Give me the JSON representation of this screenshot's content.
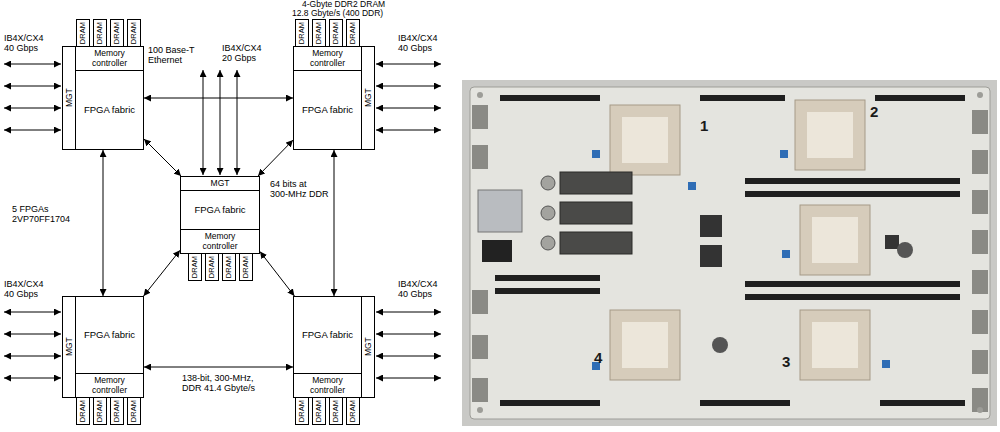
{
  "diagram": {
    "nodes": [
      {
        "text": [
          "FPGA fabric"
        ]
      },
      {
        "text": [
          "Memory controller"
        ],
        "in": 0
      },
      {
        "text": [
          "MGT"
        ],
        "in": 0
      },
      {
        "text": [
          "DRAM"
        ]
      },
      {
        "text": [
          "DRAM"
        ]
      },
      {
        "text": [
          "DRAM"
        ]
      },
      {
        "text": [
          "DRAM"
        ]
      },
      {
        "text": [
          "FPGA fabric"
        ]
      },
      {
        "text": [
          "Memory controller"
        ],
        "in": 7
      },
      {
        "text": [
          "MGT"
        ],
        "in": 7
      },
      {
        "text": [
          "DRAM"
        ]
      },
      {
        "text": [
          "DRAM"
        ]
      },
      {
        "text": [
          "DRAM"
        ]
      },
      {
        "text": [
          "DRAM"
        ]
      },
      {
        "text": [
          "FPGA fabric"
        ]
      },
      {
        "text": [
          "MGT"
        ],
        "in": 14
      },
      {
        "text": [
          "Memory controller"
        ],
        "in": 14
      },
      {
        "text": [
          "DRAM"
        ]
      },
      {
        "text": [
          "DRAM"
        ]
      },
      {
        "text": [
          "DRAM"
        ]
      },
      {
        "text": [
          "DRAM"
        ]
      },
      {
        "text": [
          "FPGA fabric"
        ]
      },
      {
        "text": [
          "Memory controller"
        ],
        "in": 21
      },
      {
        "text": [
          "MGT"
        ],
        "in": 21
      },
      {
        "text": [
          "DRAM"
        ]
      },
      {
        "text": [
          "DRAM"
        ]
      },
      {
        "text": [
          "DRAM"
        ]
      },
      {
        "text": [
          "DRAM"
        ]
      },
      {
        "text": [
          "FPGA fabric"
        ]
      },
      {
        "text": [
          "Memory controller"
        ],
        "in": 28
      },
      {
        "text": [
          "MGT"
        ],
        "in": 28
      },
      {
        "text": [
          "DRAM"
        ]
      },
      {
        "text": [
          "DRAM"
        ]
      },
      {
        "text": [
          "DRAM"
        ]
      },
      {
        "text": [
          "DRAM"
        ]
      }
    ],
    "edges": [
      {
        "from": 0,
        "to": 7,
        "arrow": "both"
      },
      {
        "from": 0,
        "to": 14,
        "arrow": "both"
      },
      {
        "from": 7,
        "to": 14,
        "arrow": "both"
      },
      {
        "from": 21,
        "to": 14,
        "arrow": "both"
      },
      {
        "from": 28,
        "to": 14,
        "arrow": "both"
      },
      {
        "from": 0,
        "to": 21,
        "arrow": "both"
      },
      {
        "from": 7,
        "to": 28,
        "arrow": "both"
      },
      {
        "from": 21,
        "to": 28,
        "arrow": "both"
      }
    ],
    "labels": [
      "4-Gbyte DDR2 DRAM",
      "12.8 Gbyte/s (400 DDR)",
      "IB4X/CX4",
      "40 Gbps",
      "100 Base-T",
      "Ethernet",
      "IB4X/CX4",
      "20 Gbps",
      "IB4X/CX4",
      "40 Gbps",
      "5 FPGAs",
      "2VP70FF1704",
      "64 bits at",
      "300-MHz DDR",
      "IB4X/CX4",
      "40 Gbps",
      "IB4X/CX4",
      "40 Gbps",
      "138-bit, 300-MHz,",
      "DDR 41.4 Gbyte/s",
      "1",
      "2",
      "4",
      "3"
    ]
  }
}
